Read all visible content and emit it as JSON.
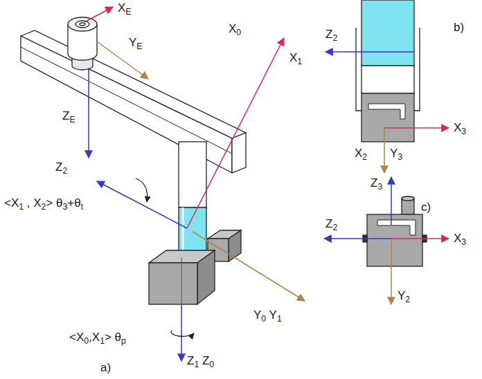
{
  "diagram": {
    "labels": [
      "XE",
      "YE",
      "ZE",
      "X0",
      "X1",
      "Z2",
      "<X1 , X2> θ3+θt",
      "Y0 Y1",
      "<X0,X1> θp",
      "Z1 Z0",
      "a)",
      "b)",
      "Z2",
      "X3",
      "X2",
      "Y3",
      "Z3",
      "c)",
      "Z2",
      "X3",
      "Y2"
    ]
  }
}
